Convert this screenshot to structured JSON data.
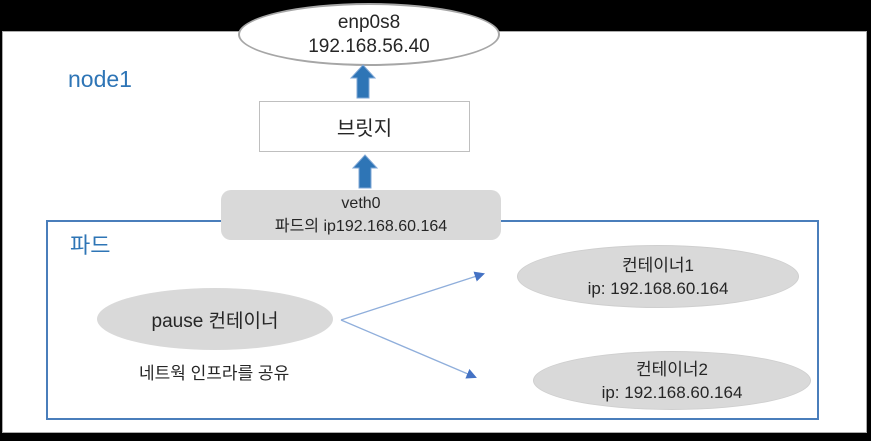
{
  "colors": {
    "accent_blue": "#2e75b6",
    "pod_border_blue": "#4a7ebb",
    "thin_arrow_blue": "#8fAedb",
    "arrowhead_blue": "#4472c4",
    "gray_fill": "#d9d9d9",
    "background": "#000000"
  },
  "node": {
    "label": "node1"
  },
  "external_interface": {
    "name": "enp0s8",
    "ip": "192.168.56.40"
  },
  "bridge": {
    "label": "브릿지"
  },
  "veth": {
    "name": "veth0",
    "ip_label": "파드의 ip192.168.60.164"
  },
  "pod": {
    "label": "파드",
    "pause_container": {
      "label": "pause 컨테이너"
    },
    "note": "네트웍 인프라를 공유",
    "containers": [
      {
        "name": "컨테이너1",
        "ip": "ip: 192.168.60.164"
      },
      {
        "name": "컨테이너2",
        "ip": "ip: 192.168.60.164"
      }
    ]
  }
}
